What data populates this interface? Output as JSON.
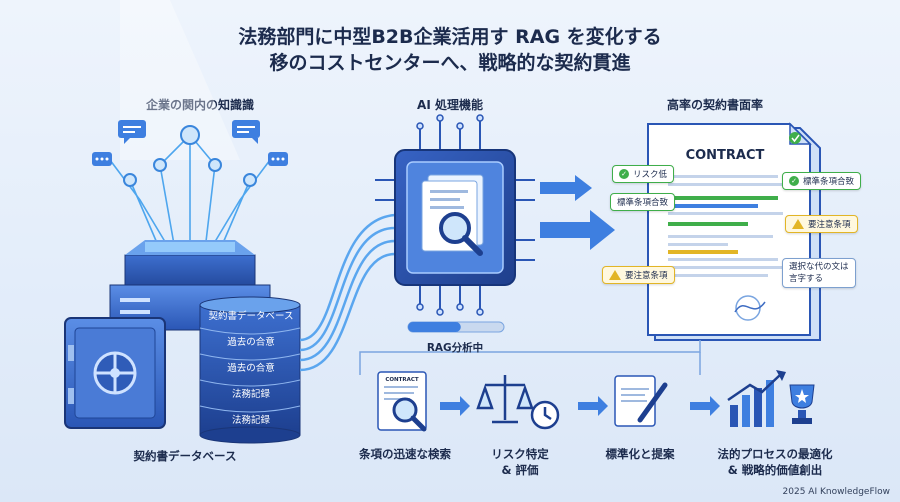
{
  "title": {
    "line1": "法務部門に中型B2B企業活用す RAG を変化する",
    "line2": "移のコストセンターへ、戦略的な契約貫進"
  },
  "sections": {
    "knowledge": "企業の関内の知識識",
    "ai": "AI 処理機能",
    "contract": "高率の契約書面率"
  },
  "database": {
    "items": [
      "契約書データベース",
      "過去の合意",
      "過去の合意",
      "法務記録",
      "法務記録"
    ],
    "caption": "契約書データベース"
  },
  "processor": {
    "status": "RAG分析中",
    "progress": 0.55
  },
  "contract": {
    "heading": "CONTRACT",
    "tags": {
      "low_risk": "リスク低",
      "standard_left": "標準条項合致",
      "standard_right": "標準条項合致",
      "caution_right": "要注意条項",
      "caution_left": "要注意条項",
      "suggestion": "選択な代の文は\n言字する"
    }
  },
  "steps": [
    {
      "label": "条項の迅速な検索",
      "doc_heading": "CONTRACT"
    },
    {
      "label": "リスク特定\n& 評価"
    },
    {
      "label": "標準化と提案"
    },
    {
      "label": "法的プロセスの最適化\n& 戦略的価値創出"
    }
  ],
  "footer": "2025 AI KnowledgeFlow",
  "colors": {
    "accent": "#2f6fd6",
    "ok": "#3fae4a",
    "warn": "#e2b526"
  }
}
